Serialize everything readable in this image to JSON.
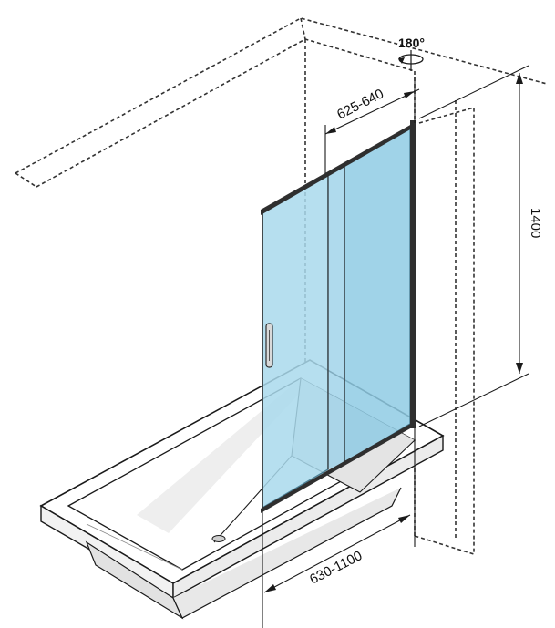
{
  "diagram": {
    "labels": {
      "rotation": "180°",
      "panel_width": "625-640",
      "height": "1400",
      "bath_length": "630-1100"
    },
    "colors": {
      "glass_front": "#a9d9ec",
      "glass_back": "#8fcbe4",
      "glass_edge": "#4a7f95",
      "frame": "#2f2f2f",
      "line": "#1a1a1a",
      "wall_dash": "#333333",
      "bath_fill": "#ffffff",
      "bath_shade": "#e6e6e6"
    }
  }
}
